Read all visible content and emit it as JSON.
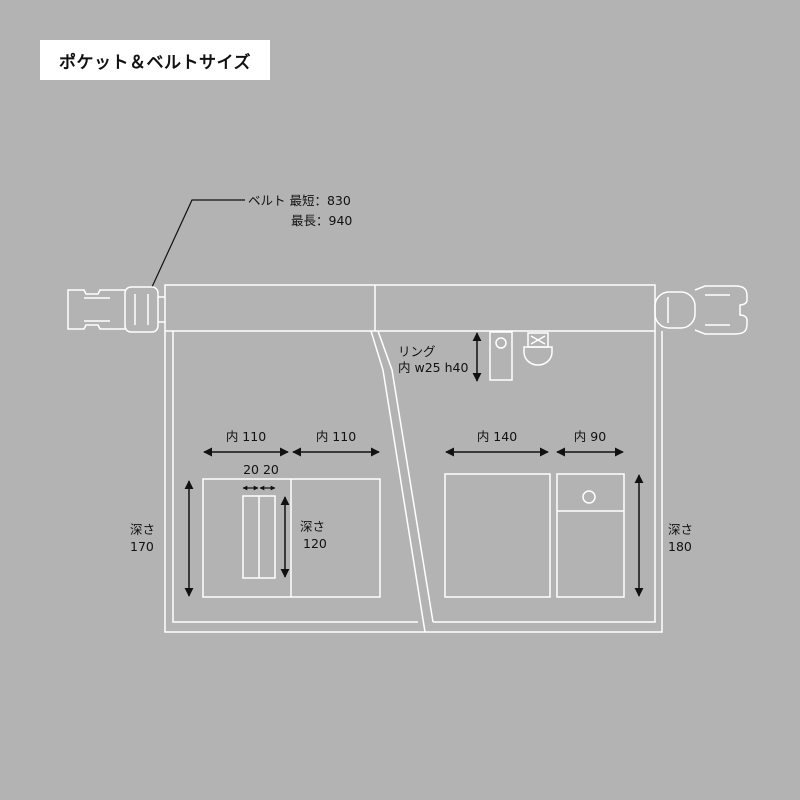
{
  "title": "ポケット＆ベルトサイズ",
  "belt": {
    "label_line1": "ベルト 最短：830",
    "label_line2": "最長：940"
  },
  "ring": {
    "label_line1": "リング",
    "label_line2": "内 w25 h40"
  },
  "left_pocket": {
    "width_a": "内 110",
    "width_b": "内 110",
    "pen_widths": "20 20",
    "inner_depth_line1": "深さ",
    "inner_depth_line2": "120",
    "depth_line1": "深さ",
    "depth_line2": "170"
  },
  "right_pocket": {
    "width_a": "内 140",
    "width_b": "内 90",
    "depth_line1": "深さ",
    "depth_line2": "180"
  },
  "colors": {
    "background": "#b3b3b3",
    "line": "#ffffff",
    "arrow": "#111111"
  }
}
